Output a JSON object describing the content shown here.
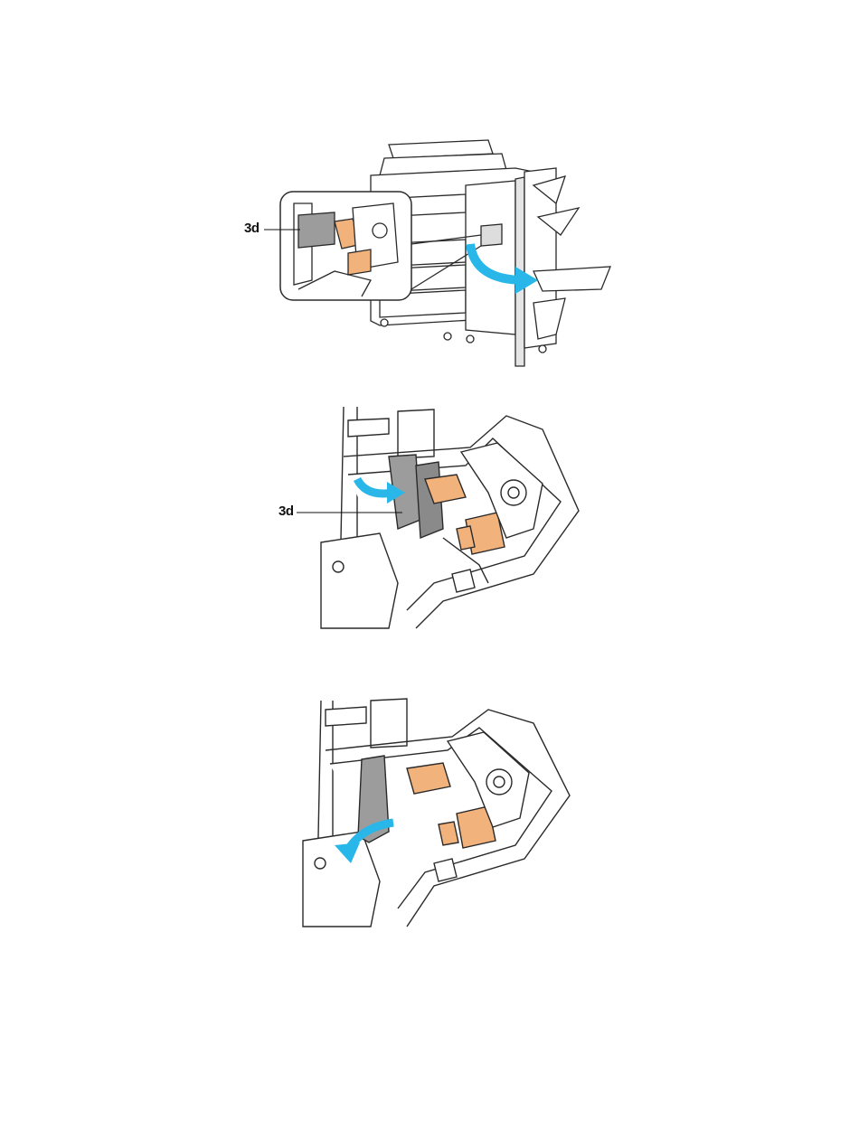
{
  "figures": [
    {
      "id": "fig1",
      "callout": "3d",
      "arrow_color": "#29b6e8"
    },
    {
      "id": "fig2",
      "callout": "3d",
      "arrow_color": "#29b6e8"
    },
    {
      "id": "fig3",
      "arrow_color": "#29b6e8"
    }
  ],
  "colors": {
    "line": "#2a2a2a",
    "staple_orange": "#f2b27c",
    "gray_panel": "#9c9c9c",
    "light_gray": "#dcdcdc"
  },
  "icons": [
    "printer-finisher-illustration",
    "staple-cartridge-illustration",
    "curved-arrow-icon"
  ]
}
